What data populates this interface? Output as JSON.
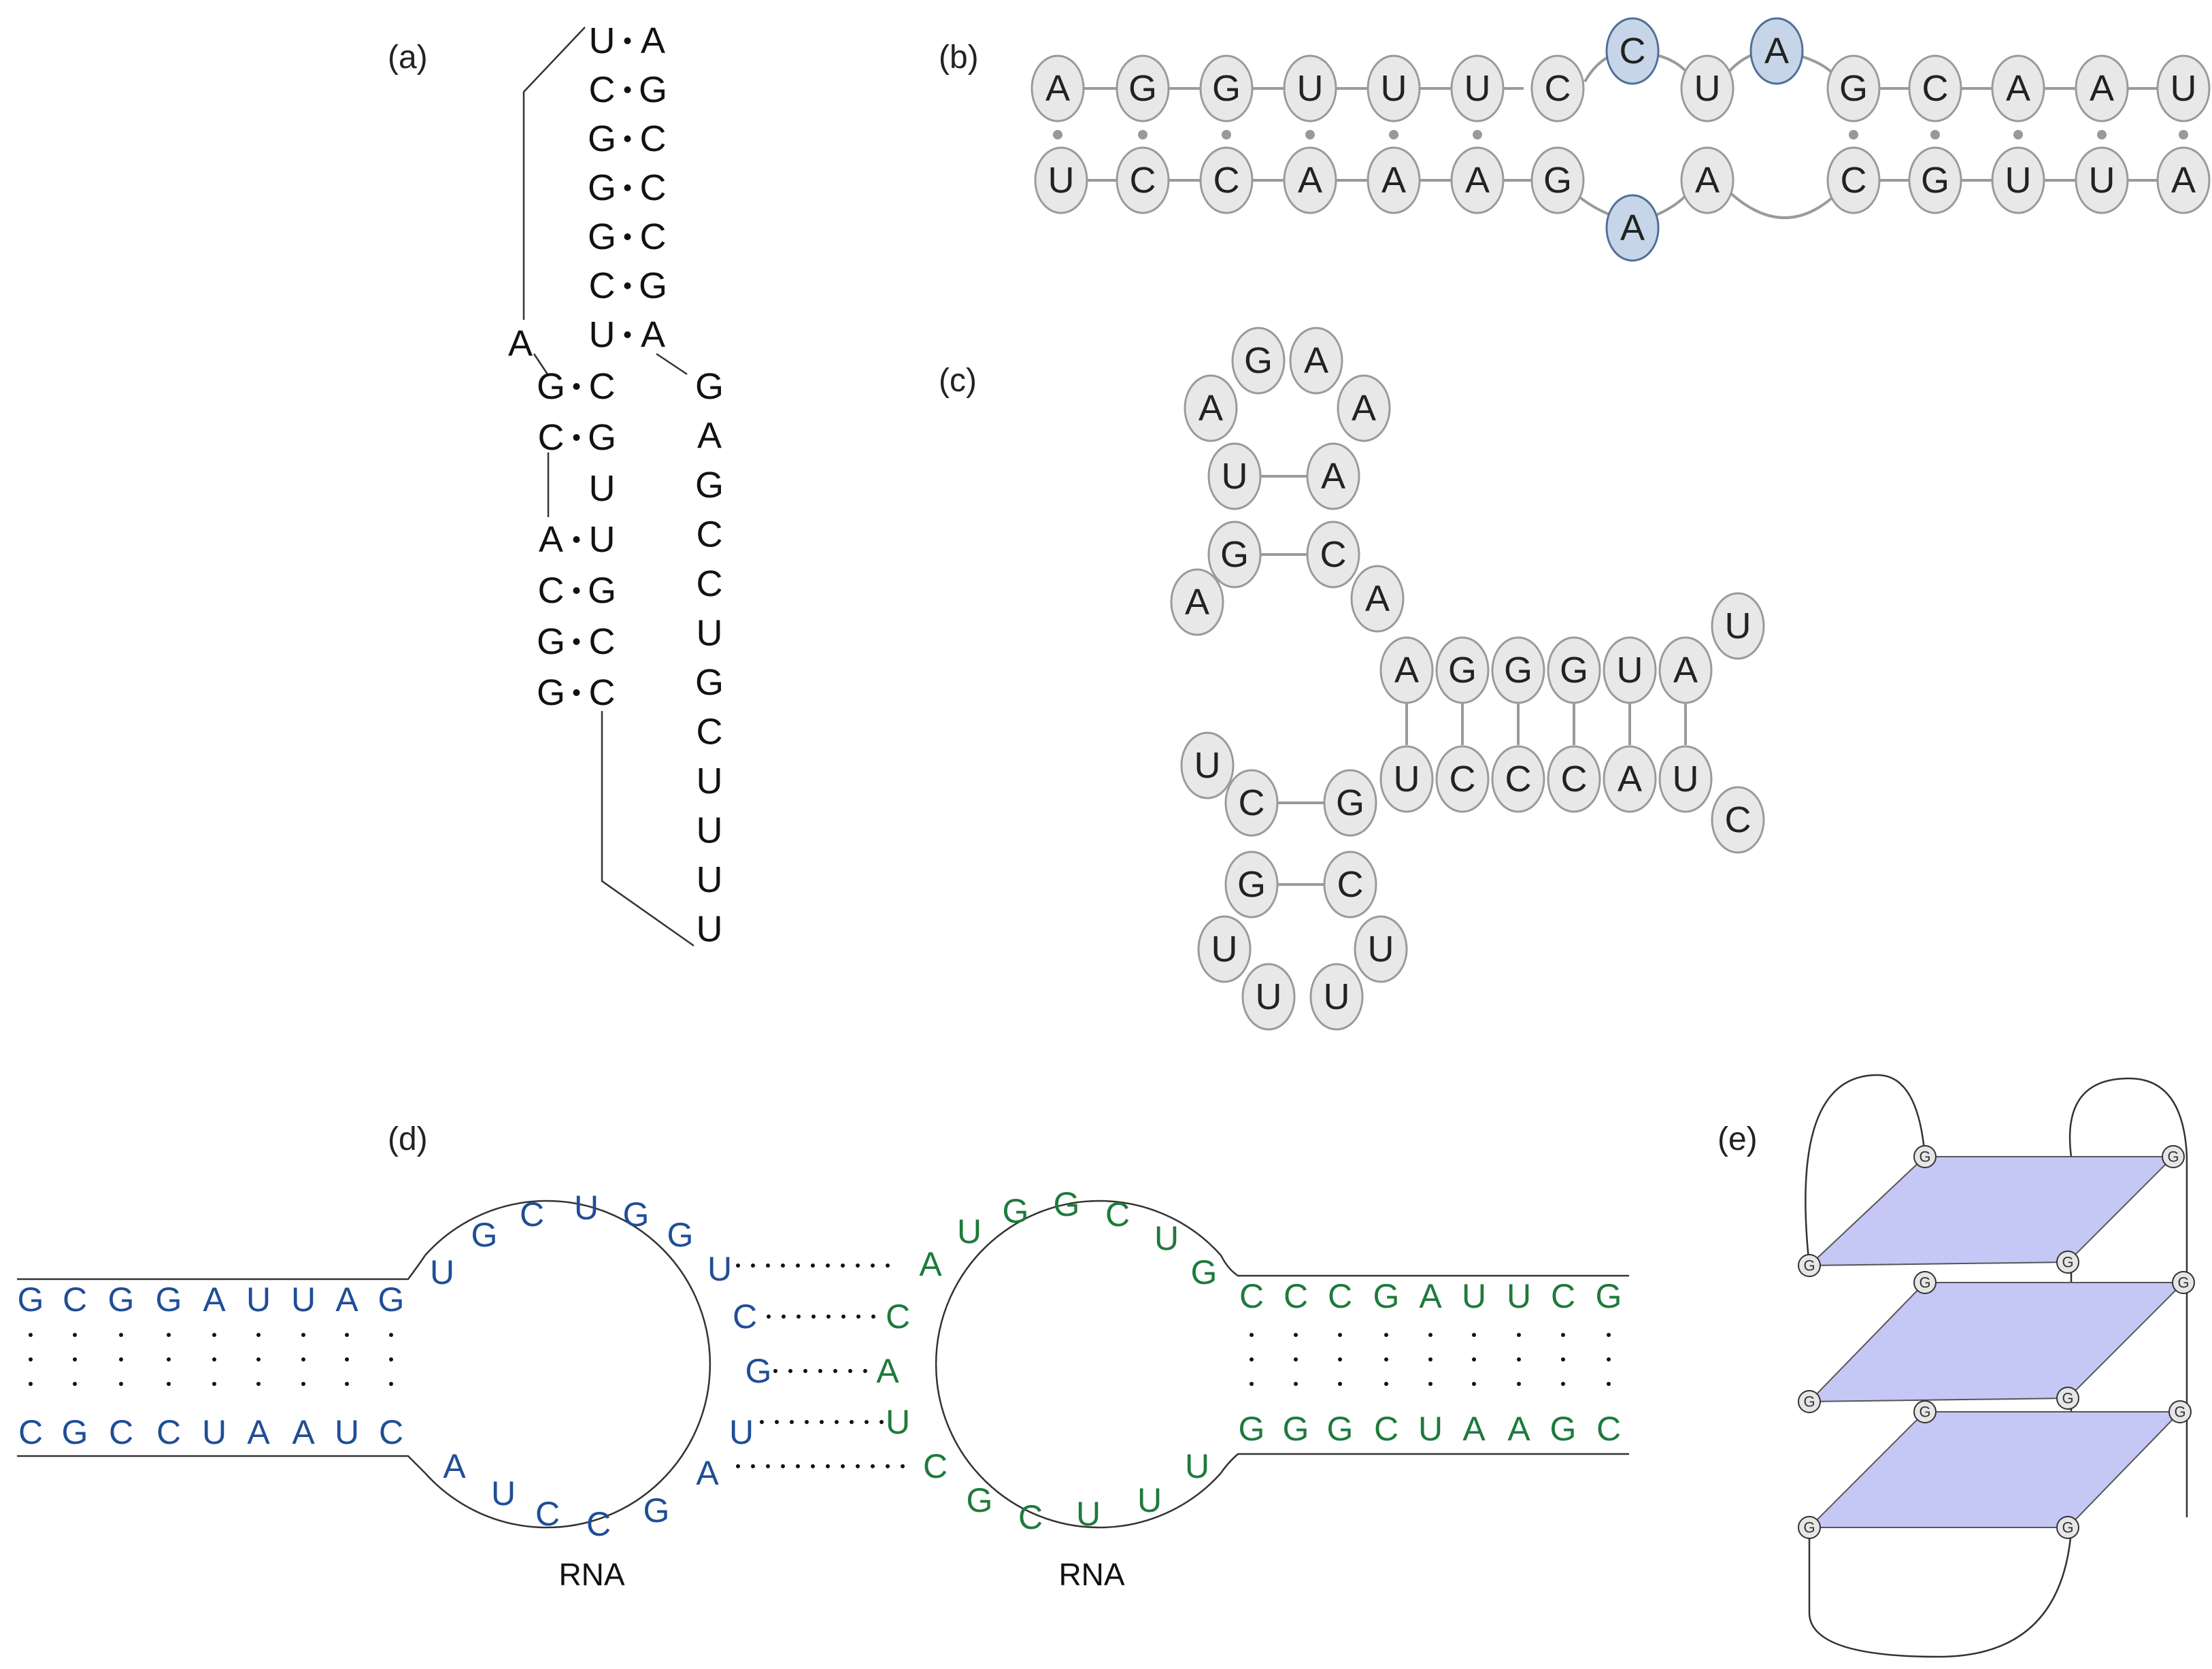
{
  "panels": {
    "a": {
      "label": "(a)",
      "top_pairs": [
        [
          "U",
          "A"
        ],
        [
          "C",
          "G"
        ],
        [
          "G",
          "C"
        ],
        [
          "G",
          "C"
        ],
        [
          "G",
          "C"
        ],
        [
          "C",
          "G"
        ],
        [
          "U",
          "A"
        ]
      ],
      "bulge": "A",
      "lower_pairs": [
        [
          "G",
          "C"
        ],
        [
          "C",
          "G"
        ],
        [
          "",
          "U"
        ],
        [
          "A",
          "U"
        ],
        [
          "C",
          "G"
        ],
        [
          "G",
          "C"
        ],
        [
          "G",
          "C"
        ]
      ],
      "tail": [
        "G",
        "A",
        "G",
        "C",
        "C",
        "U",
        "G",
        "C",
        "U",
        "U",
        "U",
        "U"
      ]
    },
    "b": {
      "label": "(b)",
      "top": [
        "A",
        "G",
        "G",
        "U",
        "U",
        "U",
        "C",
        "C",
        "U",
        "A",
        "G",
        "C",
        "A",
        "A",
        "U"
      ],
      "bottom": [
        "U",
        "C",
        "C",
        "A",
        "A",
        "A",
        "G",
        "A",
        "A",
        "C",
        "G",
        "U",
        "U",
        "A"
      ],
      "highlight_color": "#c6d6e8",
      "node_color": "#e8e8e8"
    },
    "c": {
      "label": "(c)",
      "hairpin1": [
        "G",
        "A",
        "A",
        "A",
        "U",
        "A",
        "G",
        "C",
        "A",
        "A"
      ],
      "stem_top": [
        "A",
        "G",
        "G",
        "G",
        "U",
        "A",
        "U"
      ],
      "stem_bottom": [
        "U",
        "C",
        "C",
        "C",
        "A",
        "U",
        "C"
      ],
      "hairpin2": [
        "U",
        "C",
        "G",
        "G",
        "C",
        "U",
        "U",
        "U",
        "U"
      ]
    },
    "d": {
      "label": "(d)",
      "left_top": [
        "G",
        "C",
        "G",
        "G",
        "A",
        "U",
        "U",
        "A",
        "G"
      ],
      "left_bottom": [
        "C",
        "G",
        "C",
        "C",
        "U",
        "A",
        "A",
        "U",
        "C"
      ],
      "left_loop": [
        "U",
        "G",
        "C",
        "U",
        "G",
        "G",
        "U",
        "C",
        "G",
        "U",
        "A",
        "G",
        "C",
        "C",
        "U",
        "A"
      ],
      "right_loop": [
        "A",
        "U",
        "G",
        "G",
        "C",
        "U",
        "G",
        "C",
        "A",
        "U",
        "C",
        "G",
        "C",
        "U",
        "U",
        "U"
      ],
      "right_top": [
        "C",
        "C",
        "C",
        "G",
        "A",
        "U",
        "U",
        "C",
        "G"
      ],
      "right_bottom": [
        "G",
        "G",
        "G",
        "C",
        "U",
        "A",
        "A",
        "G",
        "C"
      ],
      "caption_left": "RNA",
      "caption_right": "RNA",
      "blue": "#1f4e96",
      "green": "#1e7a3c"
    },
    "e": {
      "label": "(e)",
      "node_label": "G",
      "plane_color": "#c5c8f5"
    }
  }
}
